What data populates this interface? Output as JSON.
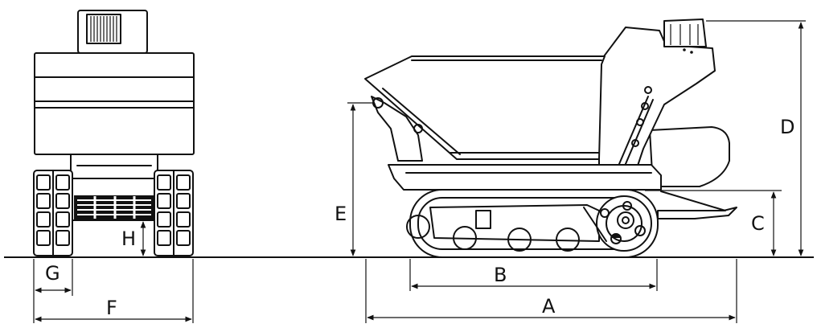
{
  "diagram": {
    "dimension_labels": {
      "A": "A",
      "B": "B",
      "C": "C",
      "D": "D",
      "E": "E",
      "F": "F",
      "G": "G",
      "H": "H"
    }
  }
}
